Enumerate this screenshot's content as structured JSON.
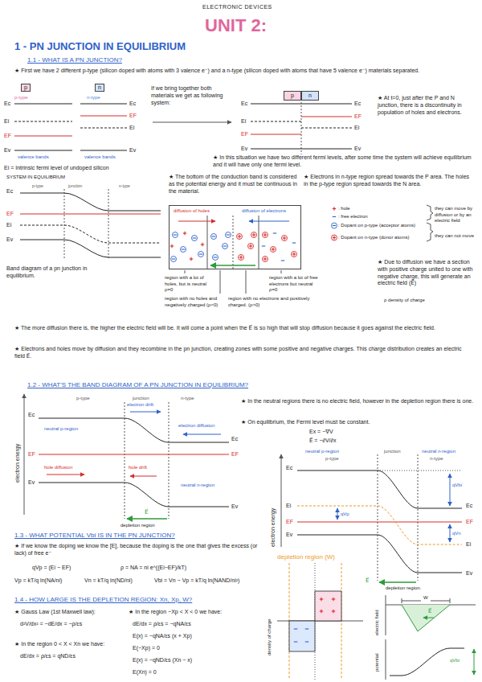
{
  "diagram": {
    "title": "ELECTRONIC DEVICES",
    "nodes": [
      {
        "text": [
          "p"
        ]
      },
      {
        "text": [
          "n"
        ]
      },
      {
        "text": [
          "p"
        ]
      },
      {
        "text": [
          "n"
        ]
      },
      {
        "text": [
          "diffusion of holes",
          "diffusion of electrons"
        ]
      }
    ],
    "labels": [
      "UNIT 2:",
      "1 - PN JUNCTION IN EQUILIBRIUM",
      "1.1 - WHAT IS A PN JUNCTION?",
      "★ First we have 2 different p-type (silicon doped with atoms with 3 valence e⁻) and a n-type (silicon doped with atoms that have 5 valence e⁻) materials separated.",
      "p-type",
      "n-type",
      "Ec",
      "Ei",
      "EF",
      "Ev",
      "Ec",
      "EF",
      "Ei",
      "Ev",
      "valence bands",
      "valence bands",
      "If we bring together both materials we get as following system:",
      "Ec",
      "Ei",
      "EF",
      "Ev",
      "Ec",
      "EF",
      "Ei",
      "Ev",
      "★ At t=0, just after the P and N junction, there is a discontinuity in population of holes and electrons.",
      "★ In this situation we have two different fermi levels, after some time the system will achieve equilibrium and it will have only one fermi level.",
      "Ei = Intrinsic fermi level of undoped silicon",
      "SYSTEM IN EQUILIBRIUM",
      "p-type",
      "junction",
      "n-type",
      "Ec",
      "EF",
      "Ei",
      "Ev",
      "Band diagram of a pn junction in equilibrium.",
      "★ The bottom of the conduction band is considered as the potential energy and it must be continuous in the material.",
      "★ Electrons in n-type region spread towards the P area. The holes in the p-type region spread towards the N area.",
      "they can move by diffusion or by an electric field",
      "they can not move",
      "★ Due to diffusion we have a section with positive charge united to one with negative charge, this will generate an electric field (E⃗)",
      "ρ density of charge",
      "region with a lot of holes, but is neutral ρ=0",
      "region with no holes and negatively charged (ρ<0)",
      "region with a lot of free electrons but neutral ρ=0",
      "region with no electrons and positively charged. (ρ>0)",
      "★ The more diffusion there is, the higher the electric field will be. It will come a point when the E⃗ is so high that will stop diffusion because it goes against the electric field.",
      "★ Electrons and holes move by diffusion and they recombine in the pn junction, creating zones with some positive and negative charges. This charge distribution creates an electric field E⃗.",
      "1.2 - WHAT'S THE BAND DIAGRAM OF A PN JUNCTION IN EQUILIBRIUM?",
      "p-type",
      "junction",
      "n-type",
      "neutral p-region",
      "electron drift",
      "electron diffusion",
      "Ec",
      "EF",
      "Ev",
      "Ec",
      "EF",
      "Ev",
      "electron energy",
      "hole diffusion",
      "hole drift",
      "neutral n-region",
      "E⃗",
      "depletion region",
      "★ In the neutral regions there is no electric field, however in the depletion region there is one.",
      "★ On equilibrium, the Fermi level must be constant.",
      "Ex = −∇V",
      "E⃗ = −∂V/∂x",
      "neutral p-region",
      "junction",
      "neutral n-region",
      "p-type",
      "n-type",
      "Ec",
      "Ei",
      "EF",
      "Ev",
      "Ec",
      "EF",
      "Ei",
      "Ev",
      "qVbi",
      "qVp",
      "qVn",
      "electron energy",
      "E⃗",
      "depletion region.",
      "1.3 - WHAT POTENTIAL Vbi IS IN THE PN JUNCTION?",
      "★ If we know the doping we know the [E], because the doping is the one that gives the excess (or lack) of free e⁻",
      "qVp = (Ei − EF)",
      "ρ = NA = ni e^((Ei−EF)/kT)",
      "Vp = kT/q ln(NA/ni)",
      "Vn = kT/q ln(ND/ni)",
      "Vbi = Vn − Vp = kT/q ln(NAND/ni²)",
      "1.4 - HOW LARGE IS THE DEPLETION REGION: Xn, Xp, W?",
      "★ Gauss Law (1st Maxwell law):",
      "d²V/dx² = −dE/dx = −ρ/εs",
      "★ In the region −Xp < X < 0 we have:",
      "dE/dx = ρ/εs = −qNA/εs",
      "E(x) = −qNA/εs (x + Xp)",
      "E(−Xp) = 0",
      "★ In the region 0 < X < Xn we have:",
      "dE/dx = ρ/εs = qND/εs",
      "E(x) = −qND/εs (Xn − x)",
      "E(Xn) = 0",
      "depletion region (W)",
      "density of charge",
      "electric field",
      "W",
      "E⃗",
      "potential",
      "qVbi"
    ],
    "legend": [
      {
        "text": ": hole"
      },
      {
        "text": ": free electron"
      },
      {
        "text": ": Dopant on p-type (acceptor atoms)"
      },
      {
        "text": ": Dopant on n-type (donor atoms)"
      }
    ]
  }
}
